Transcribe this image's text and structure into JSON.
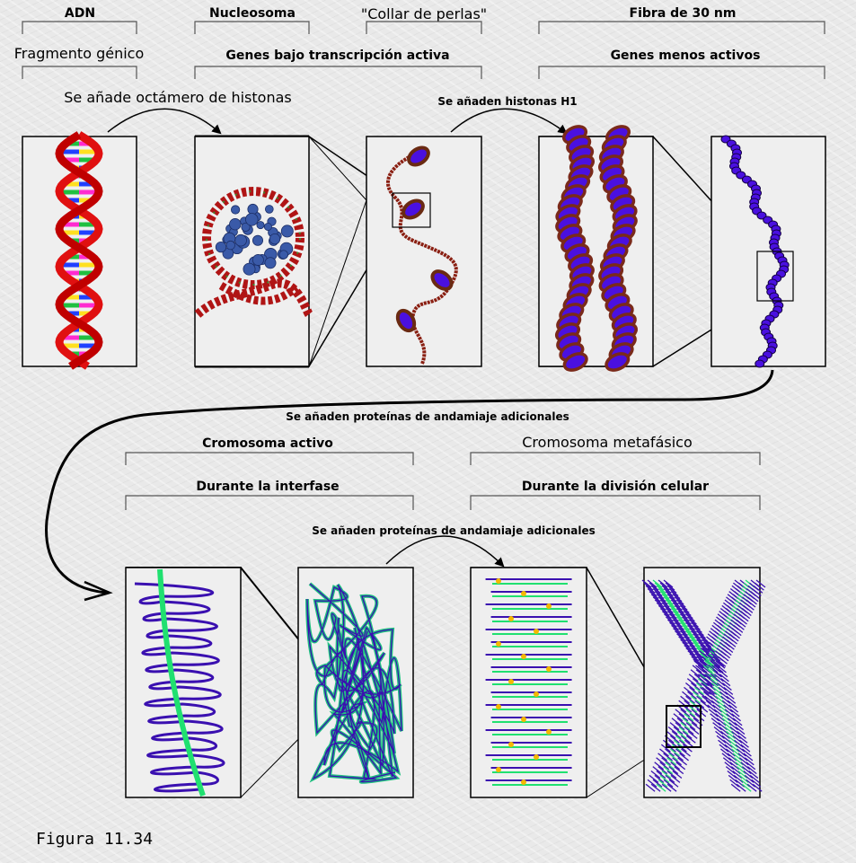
{
  "labels": {
    "adn": "ADN",
    "fragmento": "Fragmento génico",
    "nucleosoma": "Nucleosoma",
    "collar": "\"Collar de perlas\"",
    "genes_activa": "Genes bajo transcripción activa",
    "fibra": "Fibra de 30 nm",
    "genes_menos": "Genes menos activos",
    "octamero": "Se añade octámero de histonas",
    "h1": "Se añaden histonas H1",
    "andamiaje_1": "Se añaden proteínas de andamiaje adicionales",
    "crom_activo": "Cromosoma activo",
    "interfase": "Durante la interfase",
    "crom_metafasico": "Cromosoma metafásico",
    "division": "Durante la división celular",
    "andamiaje_2": "Se añaden proteínas de andamiaje adicionales"
  },
  "caption": "Figura 11.34",
  "colors": {
    "dna_red": "#e01010",
    "histone_blue": "#3a5aa8",
    "bead_purple": "#4a10e0",
    "fiber_brown": "#7a2a1a",
    "fiber_green": "#20e070",
    "loop_purple": "#3a10b0",
    "scaffold_yellow": "#f5b800"
  }
}
